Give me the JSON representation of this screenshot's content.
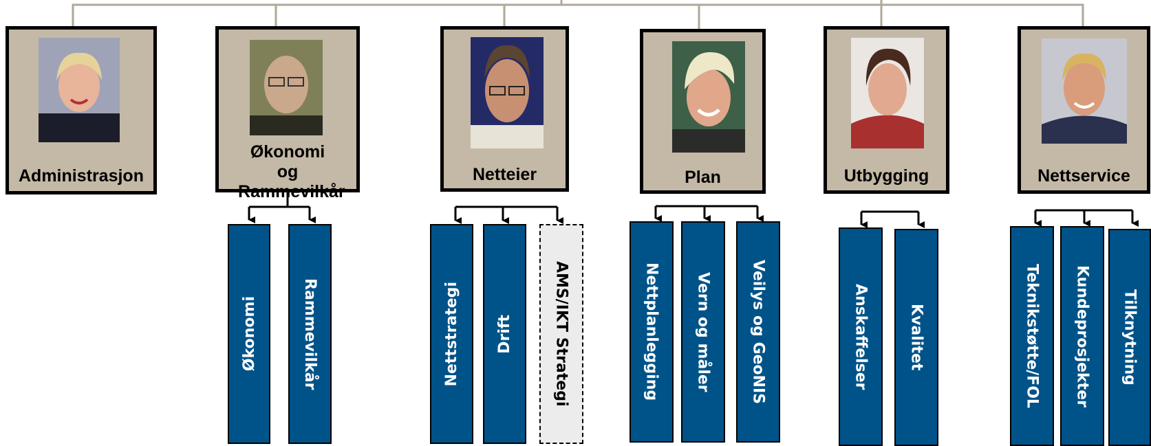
{
  "colors": {
    "top_connector": "#b0a79a",
    "dept_box": "#c4b9a6",
    "sub_box": "#005389",
    "sub_dashed": "#ececec"
  },
  "departments": [
    {
      "title": "Administrasjon",
      "photo": "portrait-woman-blonde"
    },
    {
      "title": "Økonomi og Rammevilkår",
      "photo": "portrait-man-bald-glasses"
    },
    {
      "title": "Netteier",
      "photo": "portrait-man-glasses"
    },
    {
      "title": "Plan",
      "photo": "portrait-woman-short-blonde"
    },
    {
      "title": "Utbygging",
      "photo": "portrait-woman-red-jacket"
    },
    {
      "title": "Nettservice",
      "photo": "portrait-man-young-blond"
    }
  ],
  "sub_units": {
    "okonomi": [
      "Økonomi",
      "Rammevilkår"
    ],
    "netteier": [
      "Nettstrategi",
      "Drift",
      "AMS/IKT Strategi"
    ],
    "plan": [
      "Nettplanlegging",
      "Vern og måler",
      "Veilys og GeoNIS"
    ],
    "utbygging": [
      "Anskaffelser",
      "Kvalitet"
    ],
    "nettservice": [
      "Teknikstøtte/FOL",
      "Kundeprosjekter",
      "Tilknytning"
    ]
  }
}
